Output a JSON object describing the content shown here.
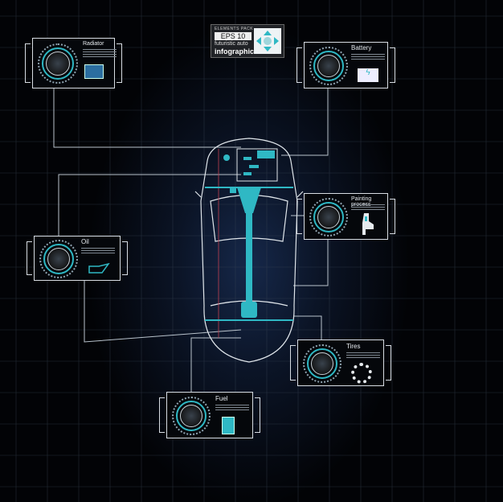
{
  "badge": {
    "small": "ELEMENTS PACK",
    "eps": "EPS 10",
    "line1": "futuristic auto",
    "line2": "infographic"
  },
  "panels": [
    {
      "id": "radiator",
      "title": "Radiator",
      "icon": "radiator-icon"
    },
    {
      "id": "battery",
      "title": "Battery",
      "icon": "battery-icon"
    },
    {
      "id": "painting",
      "title": "Painting process",
      "icon": "spray-gun-icon"
    },
    {
      "id": "oil",
      "title": "Oil",
      "icon": "oil-can-icon"
    },
    {
      "id": "tires",
      "title": "Tires",
      "icon": "tire-icon"
    },
    {
      "id": "fuel",
      "title": "Fuel",
      "icon": "fuel-pump-icon"
    }
  ],
  "colors": {
    "accent": "#2fb8c4",
    "line": "#d8dde3",
    "background": "#05070b"
  }
}
